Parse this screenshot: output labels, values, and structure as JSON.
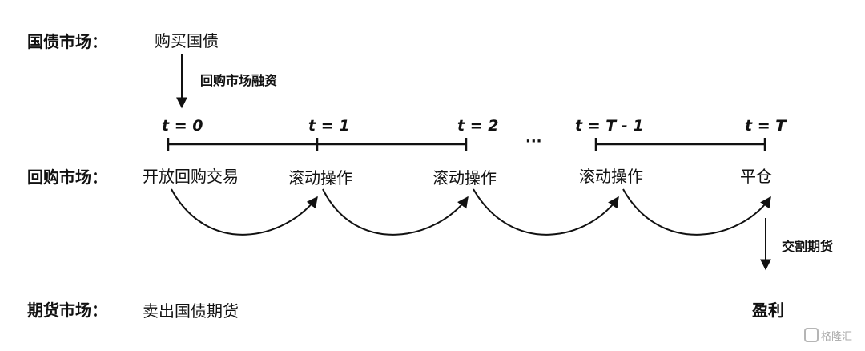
{
  "rows": {
    "treasury": "国债市场：",
    "repo": "回购市场：",
    "futures": "期货市场："
  },
  "treasury_action": "购买国债",
  "financing_label": "回购市场融资",
  "ticks": [
    "t = 0",
    "t = 1",
    "t = 2",
    "t = T - 1",
    "t = T"
  ],
  "ellipsis": "···",
  "repo_steps": [
    "开放回购交易",
    "滚动操作",
    "滚动操作",
    "滚动操作",
    "平仓"
  ],
  "delivery_label": "交割期货",
  "profit": "盈利",
  "futures_action": "卖出国债期货",
  "watermark": "格隆汇"
}
